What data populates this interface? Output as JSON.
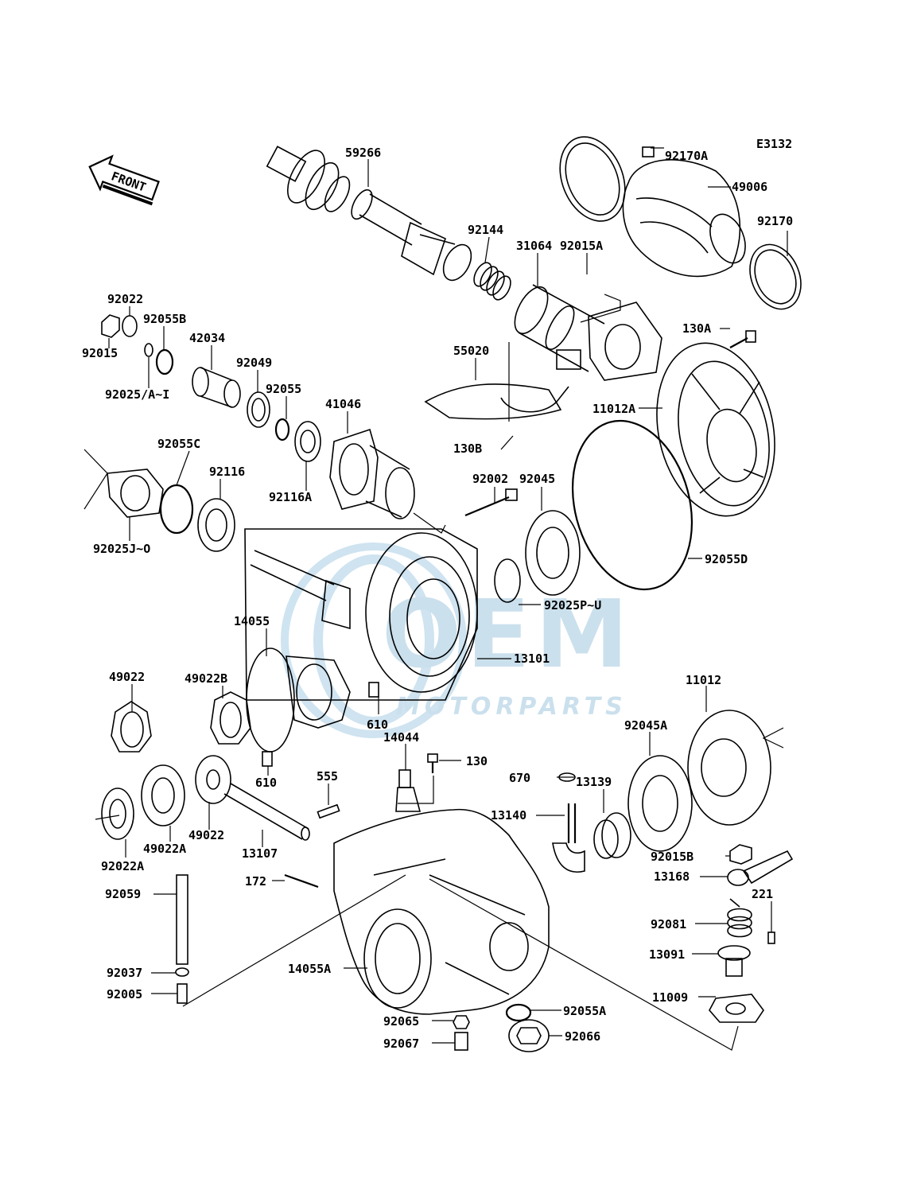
{
  "diagram_code": "E3132",
  "front_label": "FRONT",
  "watermark": {
    "brand": "OEM",
    "sub": "MOTORPARTS",
    "color": "#b9d6e9"
  },
  "parts": {
    "p59266": "59266",
    "p92170A": "92170A",
    "p49006": "49006",
    "p92170": "92170",
    "p92144": "92144",
    "p31064": "31064",
    "p92015A": "92015A",
    "p92022": "92022",
    "p92055B": "92055B",
    "p42034": "42034",
    "p92015": "92015",
    "p92025AI": "92025/A~I",
    "p92049": "92049",
    "p92055": "92055",
    "p55020": "55020",
    "p130A": "130A",
    "p11012A": "11012A",
    "p41046": "41046",
    "p92055C": "92055C",
    "p92116": "92116",
    "p92116A": "92116A",
    "p130B": "130B",
    "p92002": "92002",
    "p92045": "92045",
    "p92025JO": "92025J~O",
    "p92055D": "92055D",
    "p92025PU": "92025P~U",
    "p14055": "14055",
    "p13101": "13101",
    "p49022a": "49022",
    "p49022B": "49022B",
    "p11012": "11012",
    "p610a": "610",
    "p14044": "14044",
    "p92045A": "92045A",
    "p130": "130",
    "p610b": "610",
    "p555": "555",
    "p670": "670",
    "p13139": "13139",
    "p13140": "13140",
    "p92022A": "92022A",
    "p49022A": "49022A",
    "p49022b": "49022",
    "p13107": "13107",
    "p92015B": "92015B",
    "p172": "172",
    "p13168": "13168",
    "p92059": "92059",
    "p221": "221",
    "p92081": "92081",
    "p13091": "13091",
    "p92037": "92037",
    "p14055A": "14055A",
    "p92005": "92005",
    "p11009": "11009",
    "p92065": "92065",
    "p92055A": "92055A",
    "p92067": "92067",
    "p92066": "92066"
  }
}
